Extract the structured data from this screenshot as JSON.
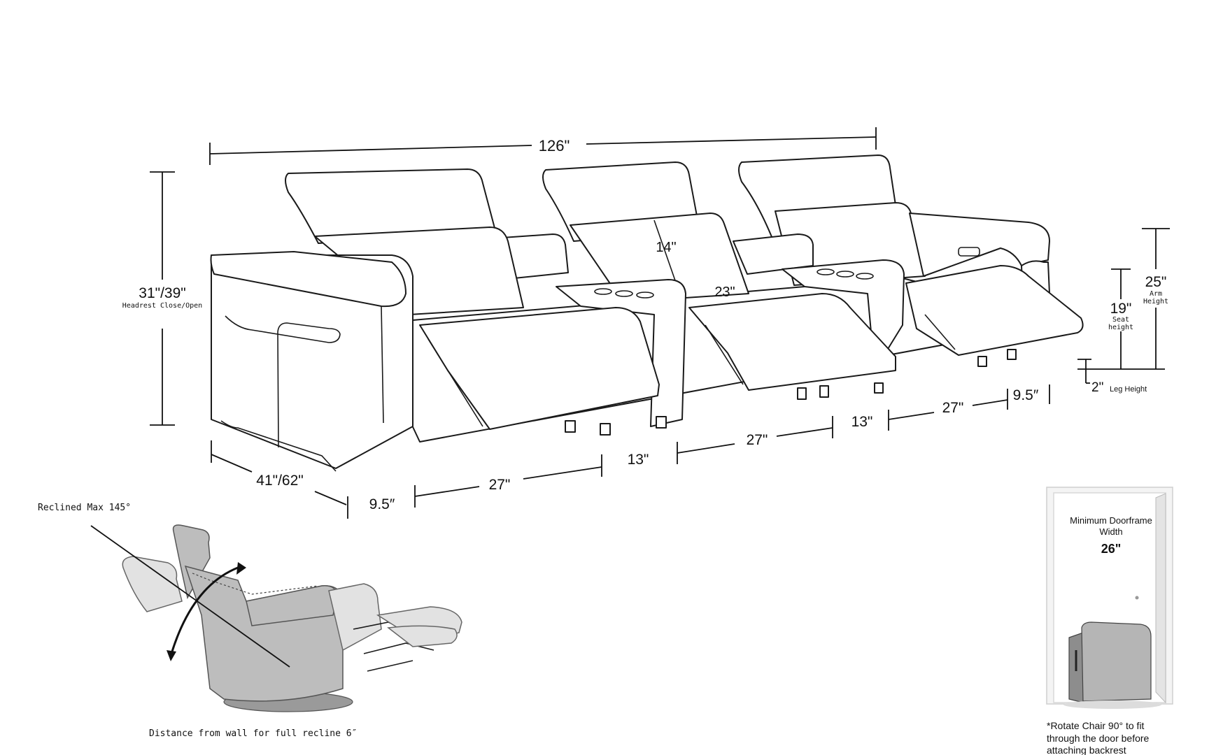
{
  "dimensions": {
    "total_width": "126\"",
    "height": "31\"/39\"",
    "height_caption": "Headrest Close/Open",
    "depth": "41\"/62\"",
    "headrest_width": "14\"",
    "console_depth": "23\"",
    "arm_height": "25\"",
    "arm_height_caption_1": "Arm",
    "arm_height_caption_2": "Height",
    "seat_height": "19\"",
    "seat_height_caption_1": "Seat",
    "seat_height_caption_2": "height",
    "leg_height": "2\"",
    "leg_height_caption": "Leg Height",
    "arm_width_left": "9.5″",
    "seat_width_1": "27\"",
    "console_width_1": "13\"",
    "seat_width_2": "27\"",
    "console_width_2": "13\"",
    "seat_width_3": "27\"",
    "arm_width_right": "9.5″"
  },
  "recline": {
    "max_label": "Reclined Max 145°",
    "wall_distance": "Distance from wall for full recline 6″"
  },
  "doorframe": {
    "title_1": "Minimum Doorframe",
    "title_2": "Width",
    "width": "26\"",
    "note_1": "*Rotate Chair 90° to fit",
    "note_2": "through the door before",
    "note_3": "attaching backrest"
  }
}
